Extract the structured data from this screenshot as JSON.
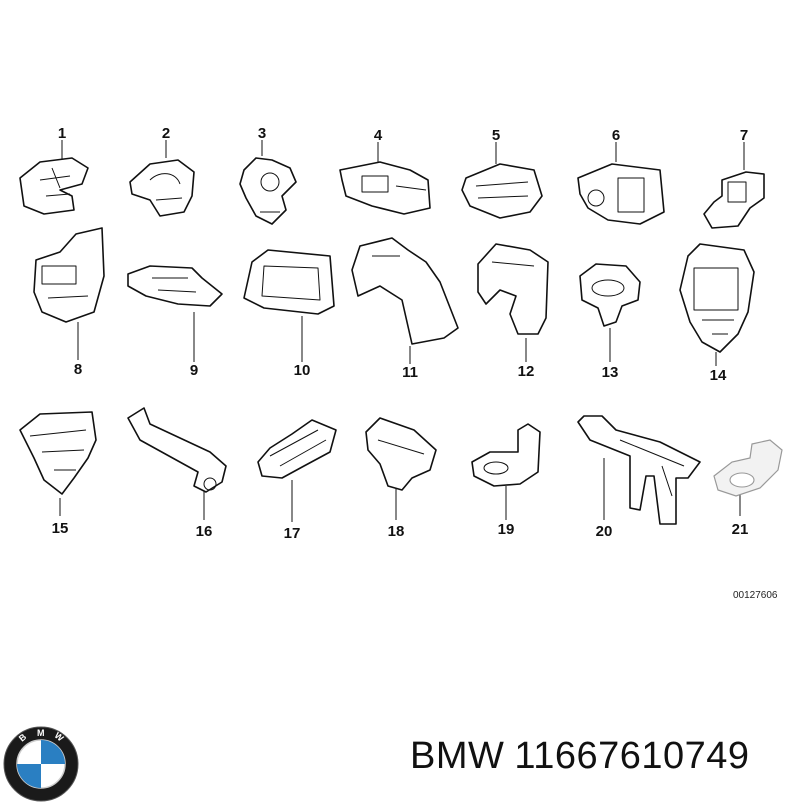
{
  "diagram": {
    "part_numbers": [
      "1",
      "2",
      "3",
      "4",
      "5",
      "6",
      "7",
      "8",
      "9",
      "10",
      "11",
      "12",
      "13",
      "14",
      "15",
      "16",
      "17",
      "18",
      "19",
      "20",
      "21"
    ],
    "reference_code": "00127606"
  },
  "footer": {
    "brand": "BMW",
    "part_number": "11667610749"
  },
  "logo": {
    "letters": [
      "B",
      "M",
      "W"
    ],
    "colors": {
      "blue": "#2a7fc2",
      "white": "#ffffff",
      "ring": "#111111"
    }
  }
}
